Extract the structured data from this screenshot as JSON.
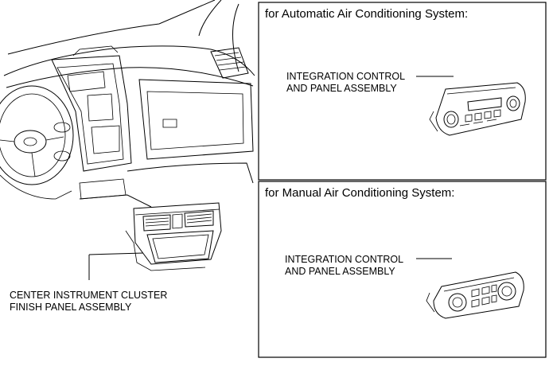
{
  "panels": {
    "automatic": {
      "title": "for Automatic Air Conditioning System:",
      "part_line1": "INTEGRATION CONTROL",
      "part_line2": "AND PANEL ASSEMBLY"
    },
    "manual": {
      "title": "for Manual Air Conditioning System:",
      "part_line1": "INTEGRATION CONTROL",
      "part_line2": "AND PANEL ASSEMBLY"
    }
  },
  "dashboard": {
    "part_line1": "CENTER INSTRUMENT CLUSTER",
    "part_line2": "FINISH PANEL ASSEMBLY"
  }
}
